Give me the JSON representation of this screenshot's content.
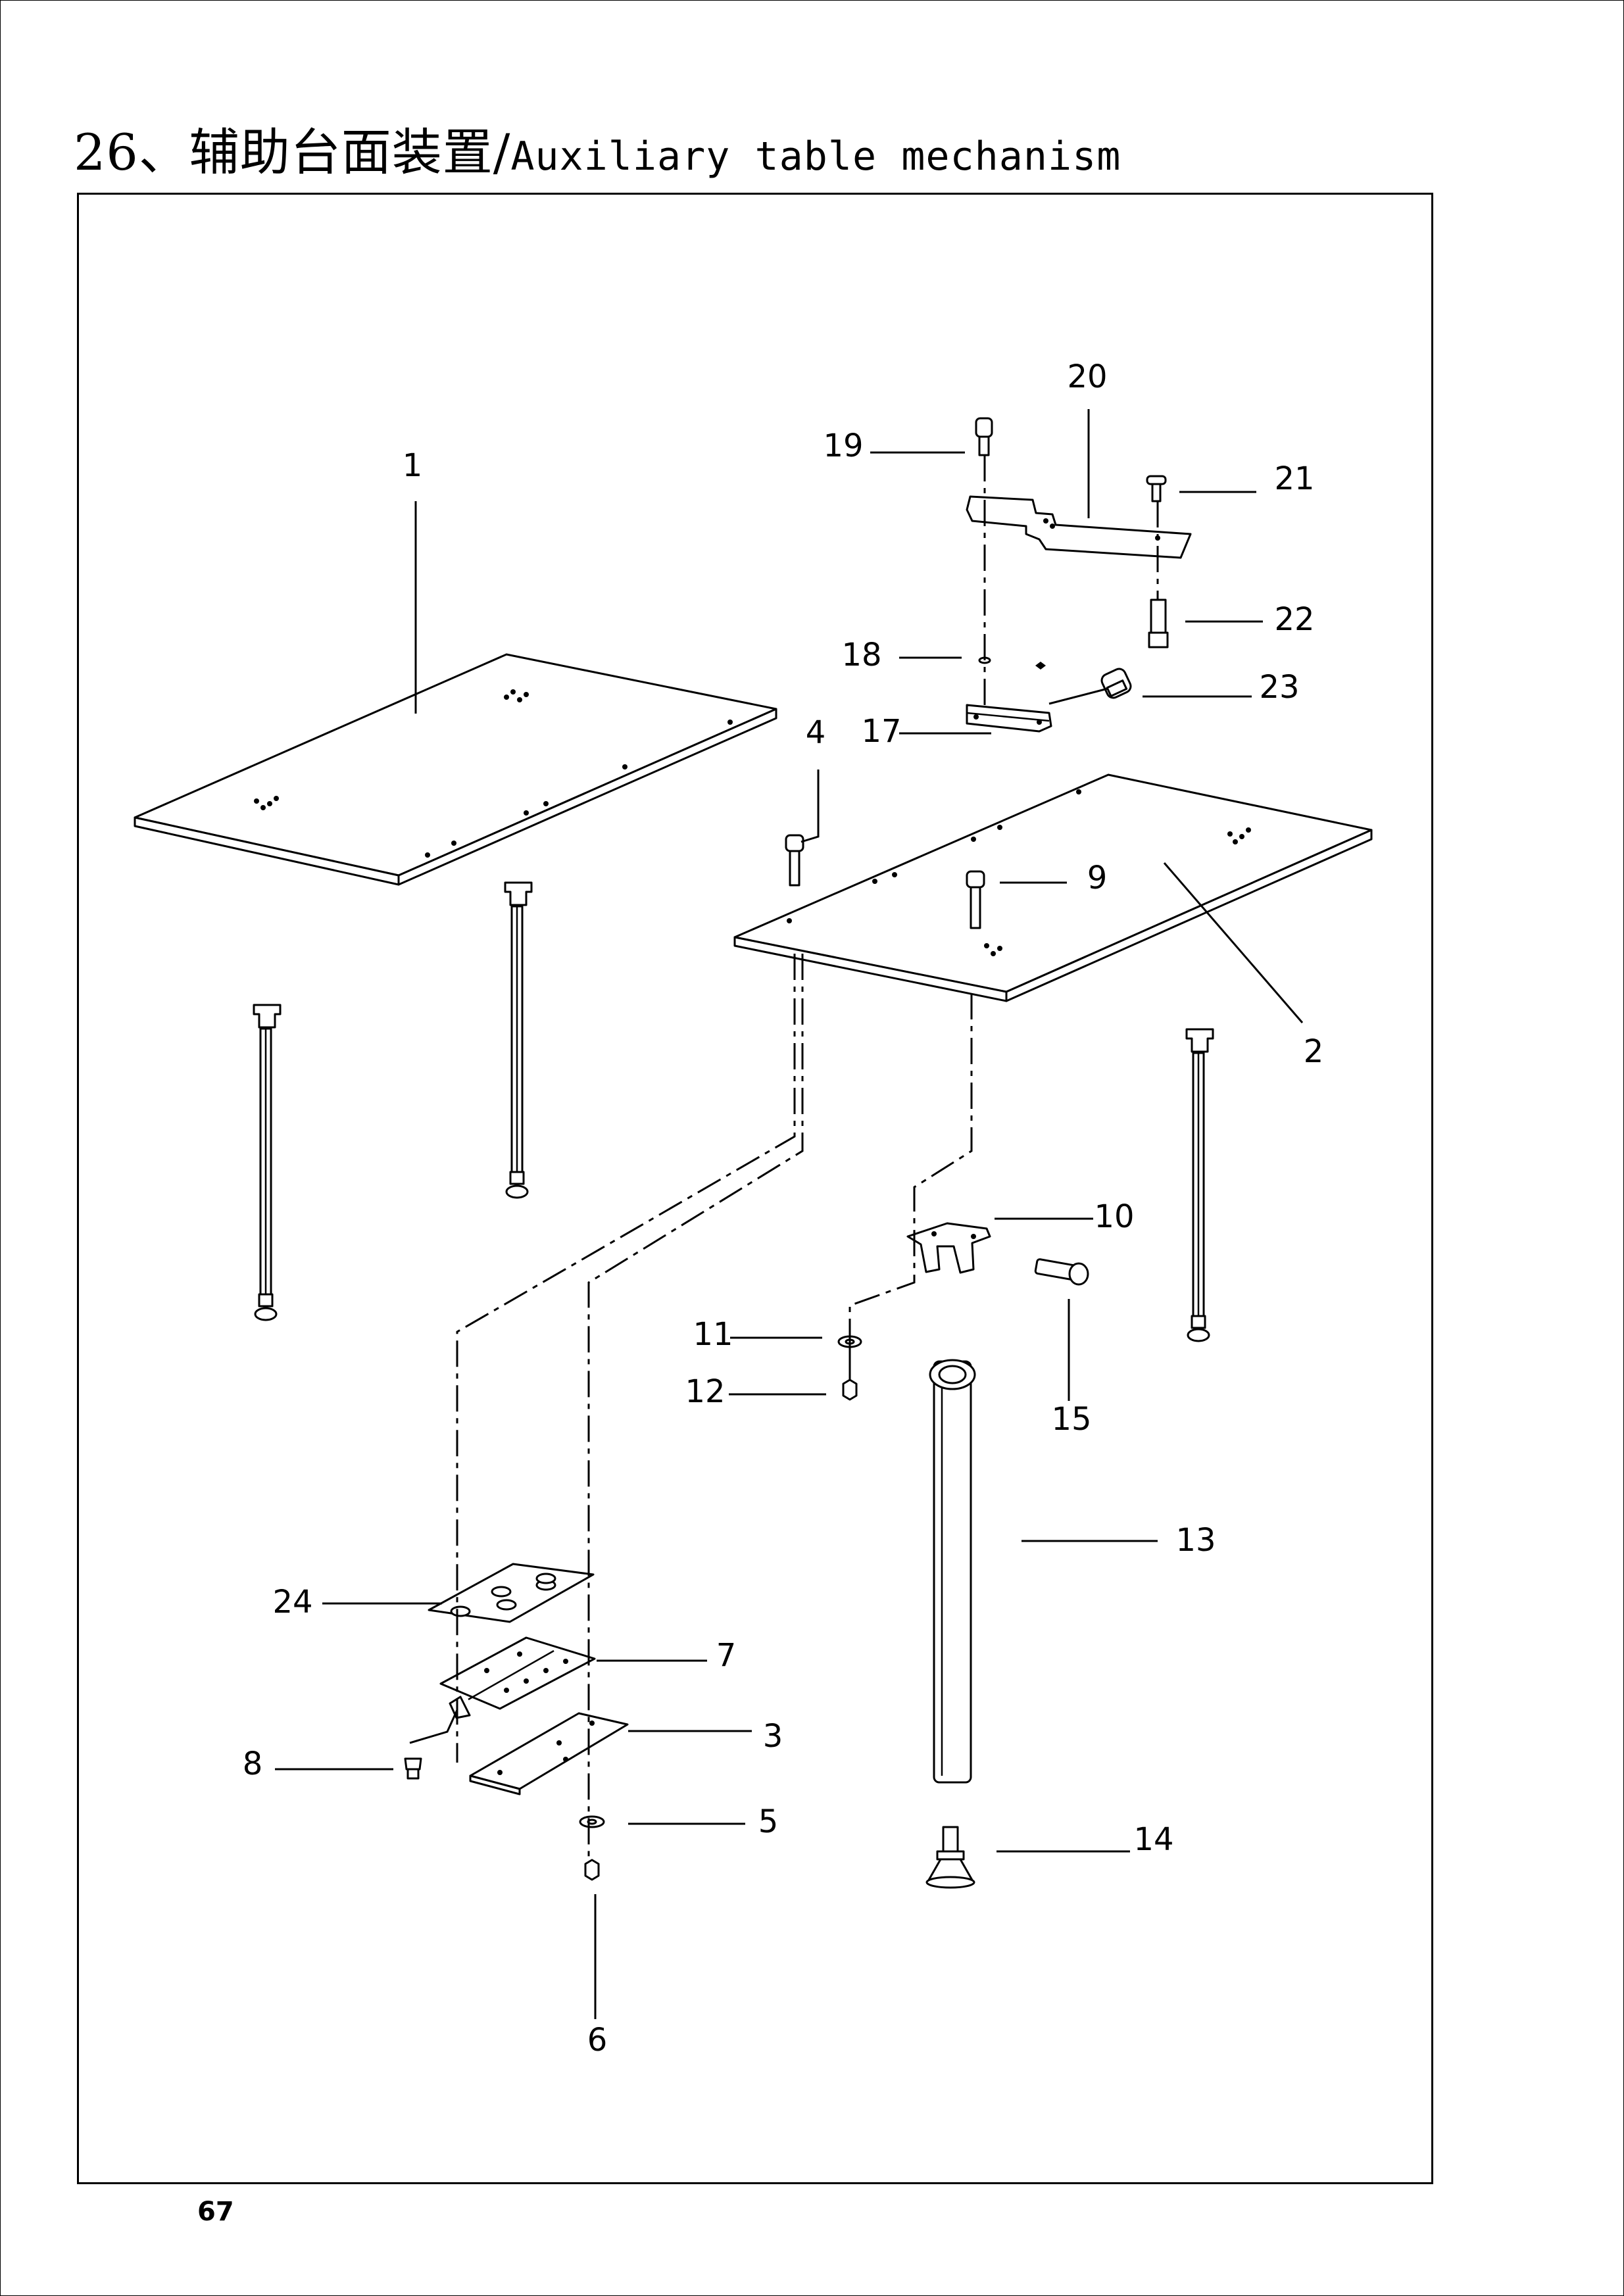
{
  "header": {
    "title_cn": "26、辅助台面装置/",
    "title_en": "Auxiliary table mechanism"
  },
  "callouts": [
    "1",
    "2",
    "3",
    "4",
    "5",
    "6",
    "7",
    "8",
    "9",
    "10",
    "11",
    "12",
    "13",
    "14",
    "15",
    "17",
    "18",
    "19",
    "20",
    "21",
    "22",
    "23",
    "24"
  ],
  "footer": {
    "page_number": "67"
  }
}
